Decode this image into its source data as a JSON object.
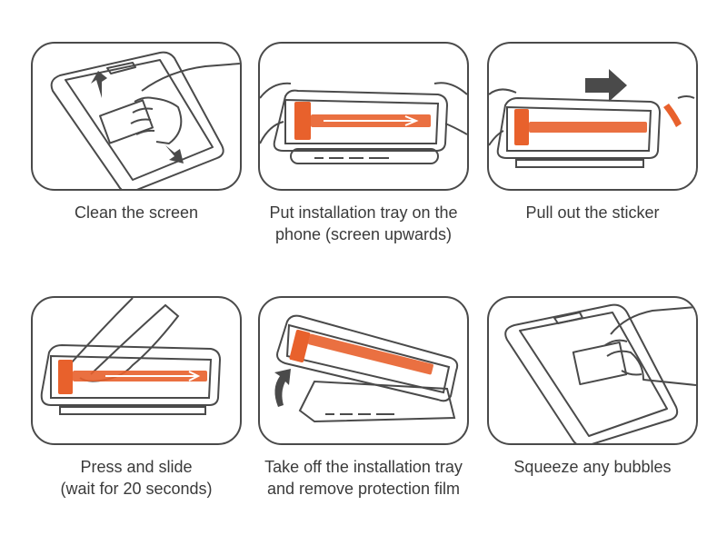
{
  "steps": [
    {
      "caption": [
        "Clean the screen"
      ]
    },
    {
      "caption": [
        "Put installation tray on the",
        "phone (screen upwards)"
      ]
    },
    {
      "caption": [
        "Pull out the sticker"
      ]
    },
    {
      "caption": [
        "Press and slide",
        "(wait for 20 seconds)"
      ]
    },
    {
      "caption": [
        "Take off the installation tray",
        "and remove protection film"
      ]
    },
    {
      "caption": [
        "Squeeze any bubbles"
      ]
    }
  ],
  "colors": {
    "outline": "#4a4a4a",
    "accent": "#e8612c",
    "arrow": "#4a4a4a"
  }
}
